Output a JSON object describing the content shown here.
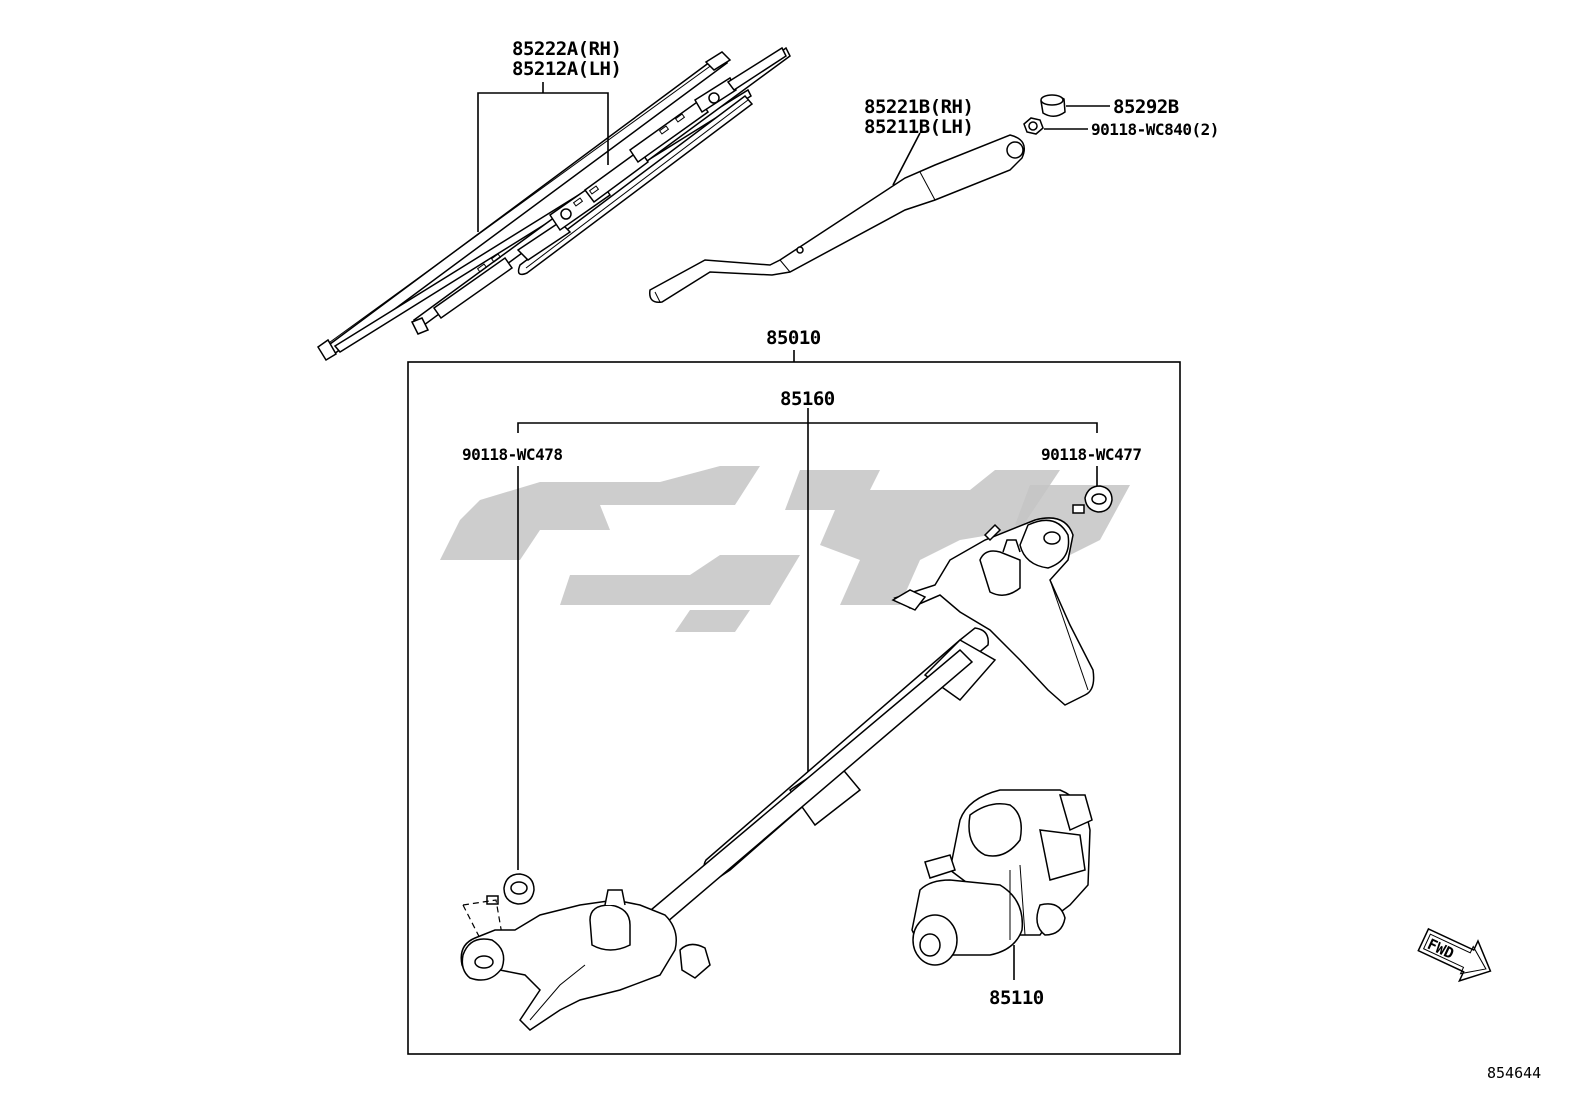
{
  "diagram": {
    "callouts": {
      "blade_rh": "85222A(RH)",
      "blade_lh": "85212A(LH)",
      "arm_rh": "85221B(RH)",
      "arm_lh": "85211B(LH)",
      "cap": "85292B",
      "nut": "90118-WC840(2)",
      "assembly": "85010",
      "link": "85160",
      "bolt_left": "90118-WC478",
      "bolt_right": "90118-WC477",
      "motor": "85110"
    },
    "fwd_label": "FWD",
    "reference_number": "854644",
    "colors": {
      "line": "#000000",
      "background": "#ffffff",
      "watermark": "#c4c4c4"
    }
  }
}
